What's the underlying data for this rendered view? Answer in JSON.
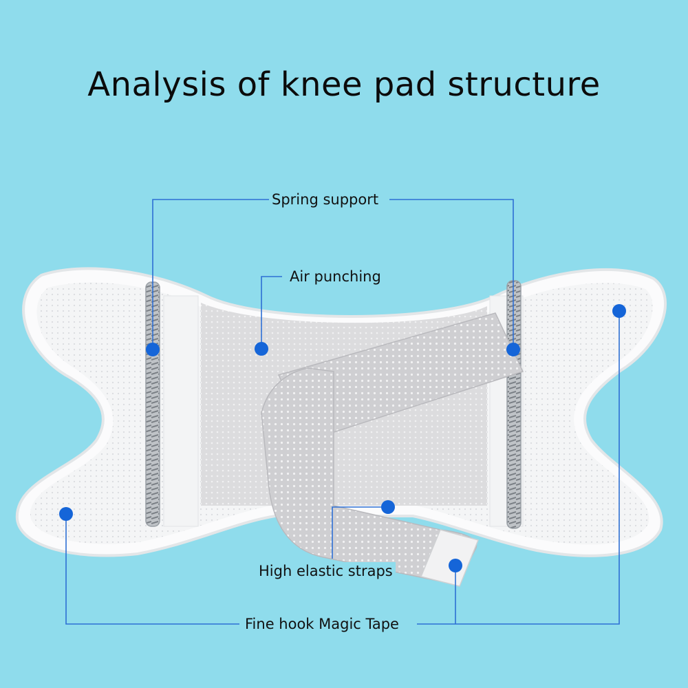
{
  "title": "Analysis of knee pad structure",
  "labels": {
    "spring_support": "Spring support",
    "air_punching": "Air punching",
    "high_elastic_straps": "High elastic straps",
    "fine_hook_magic_tape": "Fine hook Magic Tape"
  },
  "colors": {
    "background": "#8fdcec",
    "callout": "#1565d8",
    "mesh_white": "#f7f8f9",
    "strap_gray": "#c9c9cc"
  }
}
